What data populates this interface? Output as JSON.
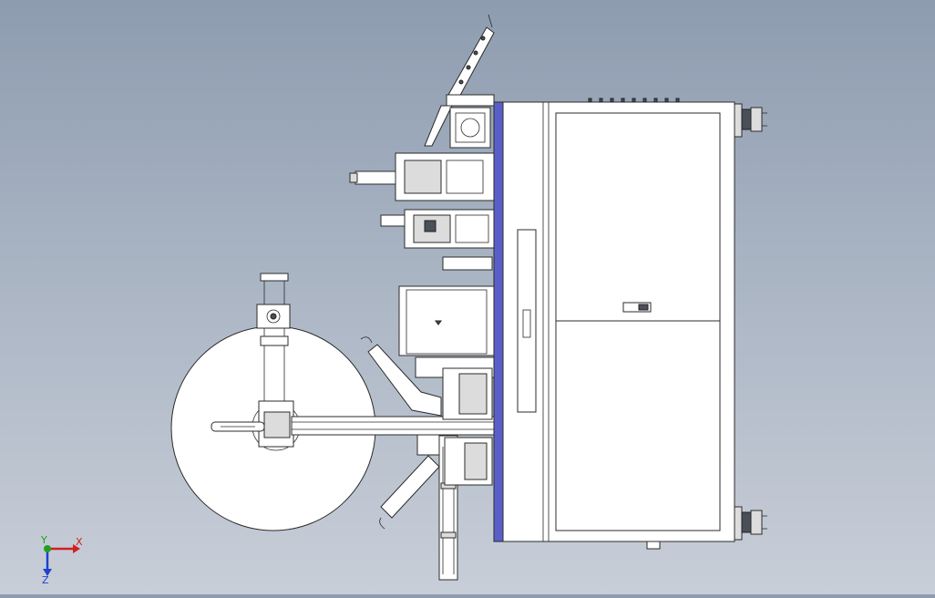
{
  "colors": {
    "background_top": "#8e9cb0",
    "background_bottom": "#c8ced8",
    "line": "#2b2b2b",
    "accent_strip": "#5a5fc8",
    "axis_x": "#d02020",
    "axis_y": "#20a020",
    "axis_z": "#2040d0"
  },
  "axis_triad": {
    "x_label": "X",
    "y_label": "Y",
    "z_label": "Z"
  }
}
